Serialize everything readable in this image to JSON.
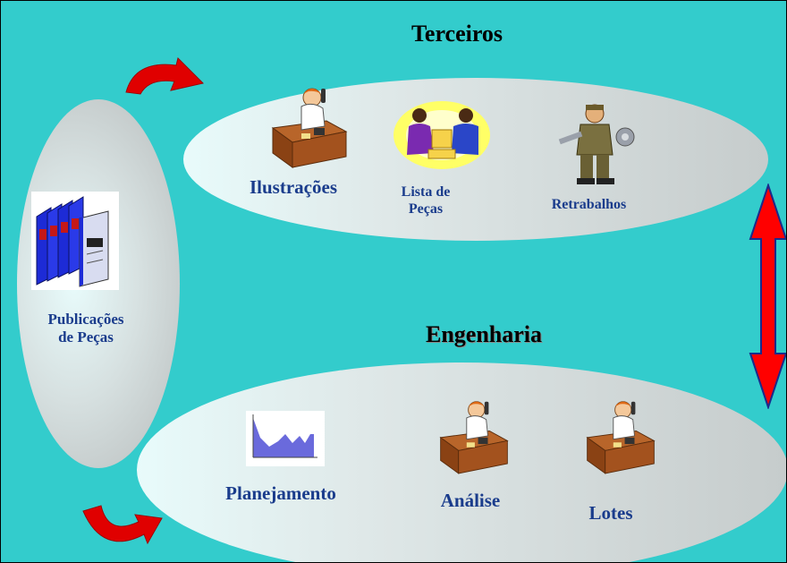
{
  "sections": {
    "top_title": "Terceiros",
    "bottom_title": "Engenharia"
  },
  "left": {
    "label_line1": "Publicações",
    "label_line2": "de Peças"
  },
  "top_items": [
    {
      "label_line1": "Ilustrações",
      "label_line2": ""
    },
    {
      "label_line1": "Lista de",
      "label_line2": "Peças"
    },
    {
      "label_line1": "Retrabalhos",
      "label_line2": ""
    }
  ],
  "bottom_items": [
    {
      "label": "Planejamento"
    },
    {
      "label": "Análise"
    },
    {
      "label": "Lotes"
    }
  ],
  "colors": {
    "background": "#33cccc",
    "label": "#1a3c8c",
    "arrow": "#ff0000"
  },
  "icons": [
    "books-icon",
    "person-phone-desk-icon",
    "handshake-icon",
    "mechanic-icon",
    "area-chart-icon",
    "double-arrow-icon",
    "curved-arrow-icon"
  ]
}
